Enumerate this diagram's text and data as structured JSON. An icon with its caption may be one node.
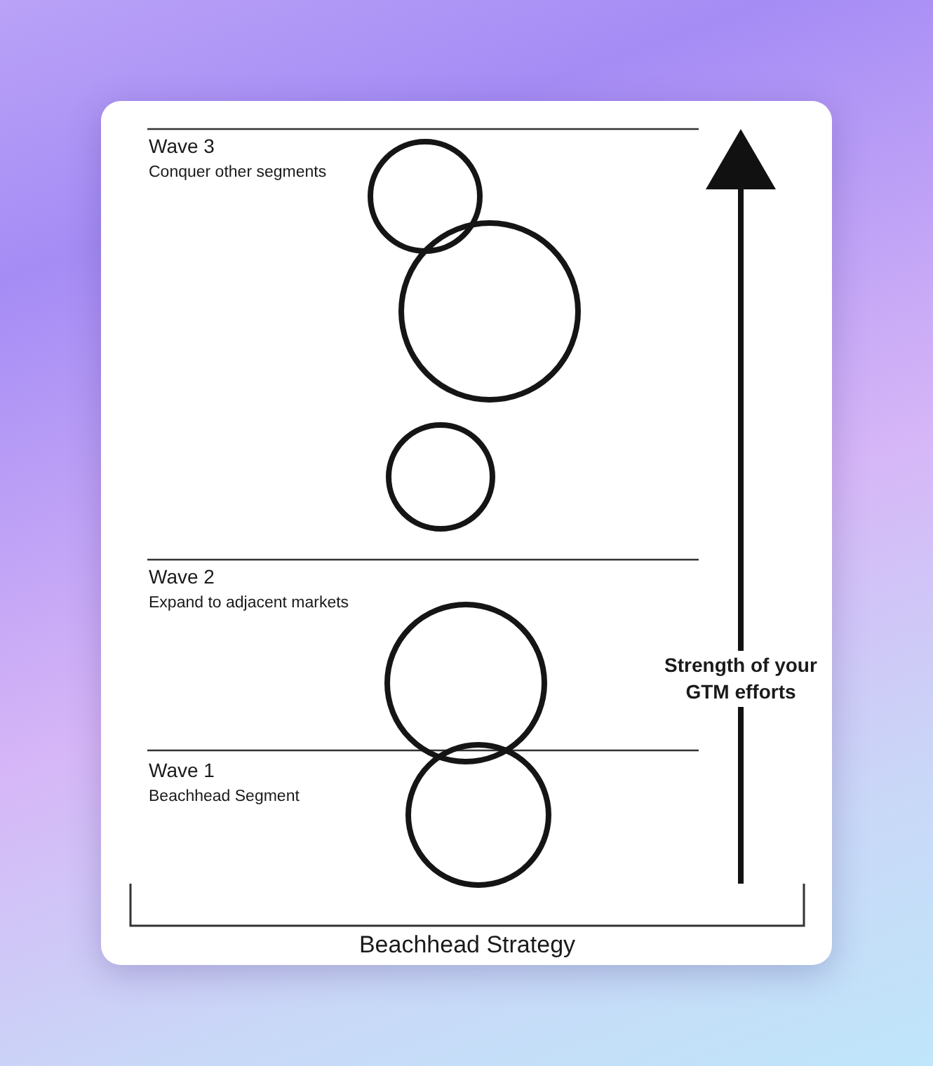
{
  "diagram": {
    "nodes": [
      {
        "text": [],
        "shape": "circle"
      },
      {
        "text": [],
        "shape": "circle"
      },
      {
        "text": [],
        "shape": "circle"
      },
      {
        "text": [],
        "shape": "circle"
      },
      {
        "text": [],
        "shape": "circle"
      }
    ],
    "labels": [
      "Wave 3",
      "Conquer other segments",
      "Wave 2",
      "Expand to adjacent markets",
      "Wave 1",
      "Beachhead Segment",
      "Strength of your GTM efforts",
      "Beachhead Strategy"
    ]
  }
}
